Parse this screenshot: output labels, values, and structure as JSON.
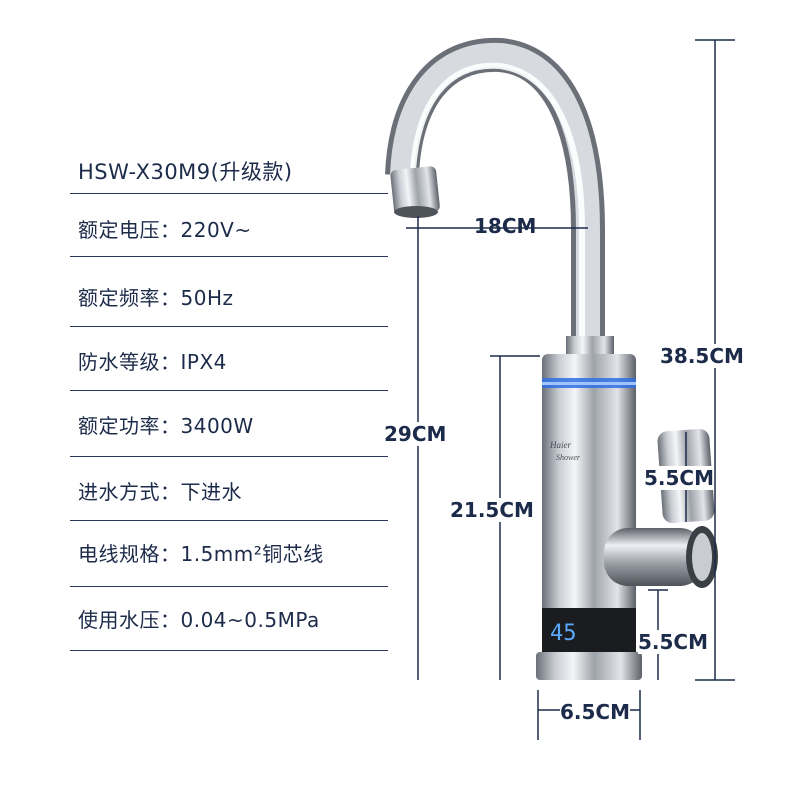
{
  "specs": {
    "model": "HSW-X30M9(升级款)",
    "rows": [
      {
        "label": "额定电压：",
        "value": "220V~"
      },
      {
        "label": "额定频率：",
        "value": "50Hz"
      },
      {
        "label": "防水等级：",
        "value": "IPX4"
      },
      {
        "label": "额定功率：",
        "value": "3400W"
      },
      {
        "label": "进水方式：",
        "value": "下进水"
      },
      {
        "label": "电线规格：",
        "value": "1.5mm²铜芯线"
      },
      {
        "label": "使用水压：",
        "value": "0.04~0.5MPa"
      }
    ]
  },
  "dimensions": {
    "spout_reach": "18CM",
    "total_height": "38.5CM",
    "spout_height": "29CM",
    "body_height": "21.5CM",
    "handle_length": "5.5CM",
    "handle_offset": "5.5CM",
    "base_width": "6.5CM"
  },
  "product": {
    "brand_line1": "Haier",
    "brand_line2": "Shower",
    "display_reading": "45"
  },
  "colors": {
    "text": "#1d2b4a",
    "accent_blue": "#2f6fe0",
    "display_digits": "#5aa8ff",
    "chrome_dark": "#6b7078",
    "chrome_light": "#f4f5f7"
  }
}
